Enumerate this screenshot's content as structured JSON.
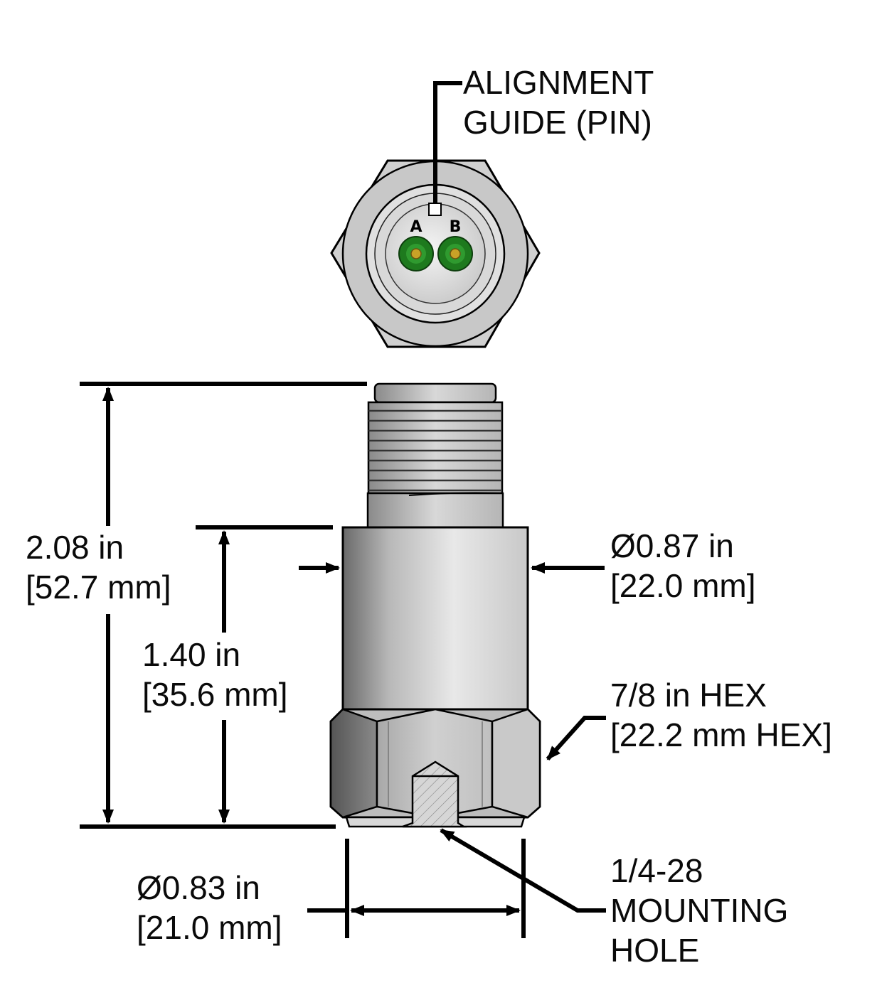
{
  "labels": {
    "alignment_guide": [
      "ALIGNMENT",
      "GUIDE (PIN)"
    ],
    "overall_height": [
      "2.08 in",
      "[52.7 mm]"
    ],
    "body_height": [
      "1.40 in",
      "[35.6 mm]"
    ],
    "body_diameter": [
      "Ø0.87 in",
      "[22.0 mm]"
    ],
    "hex_size": [
      "7/8 in HEX",
      "[22.2 mm HEX]"
    ],
    "base_diameter": [
      "Ø0.83 in",
      "[21.0 mm]"
    ],
    "mounting_hole": [
      "1/4-28",
      "MOUNTING",
      "HOLE"
    ],
    "pin_a": "A",
    "pin_b": "B"
  },
  "colors": {
    "line": "#000000",
    "metal_light": "#e2e2e2",
    "metal_mid": "#c4c4c4",
    "metal_dark": "#6e6e6e",
    "pin_green": "#1e7a1e",
    "pin_gold": "#c9a227"
  }
}
